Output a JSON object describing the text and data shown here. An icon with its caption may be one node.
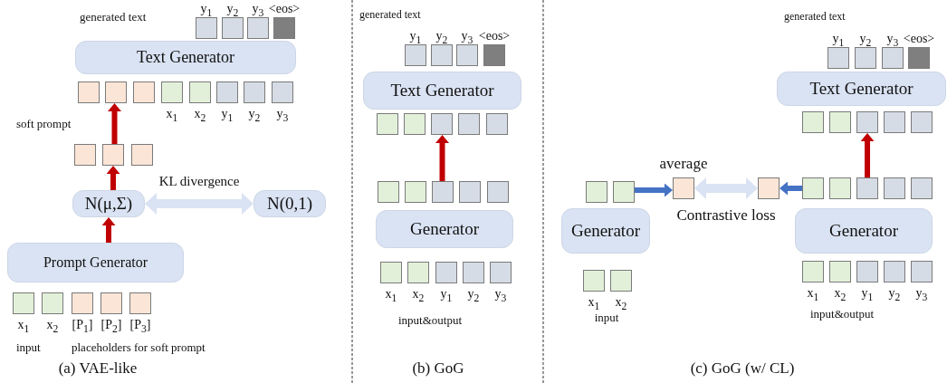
{
  "diagram": {
    "nodes": [
      {
        "text": [],
        "shape": "box",
        "beside": [
          "y$_{1}$"
        ]
      },
      {
        "text": [],
        "shape": "box",
        "beside": [
          "y$_{2}$"
        ]
      },
      {
        "text": [],
        "shape": "box",
        "beside": [
          "y$_{3}$"
        ]
      },
      {
        "text": [],
        "shape": "box",
        "beside": [
          "<eos>"
        ]
      },
      {
        "text": [
          "Text Generator"
        ]
      },
      {
        "text": [],
        "shape": "box"
      },
      {
        "text": [],
        "shape": "box"
      },
      {
        "text": [],
        "shape": "box"
      },
      {
        "text": [],
        "shape": "box",
        "beside": [
          "x$_{1}$"
        ]
      },
      {
        "text": [],
        "shape": "box",
        "beside": [
          "x$_{2}$"
        ]
      },
      {
        "text": [],
        "shape": "box",
        "beside": [
          "y$_{1}$"
        ]
      },
      {
        "text": [],
        "shape": "box",
        "beside": [
          "y$_{2}$"
        ]
      },
      {
        "text": [],
        "shape": "box",
        "beside": [
          "y$_{3}$"
        ]
      },
      {
        "text": [],
        "shape": "box"
      },
      {
        "text": [],
        "shape": "box"
      },
      {
        "text": [],
        "shape": "box"
      },
      {
        "text": [
          "N(μ,Σ)"
        ]
      },
      {
        "text": [
          "N(0,1)"
        ]
      },
      {
        "text": [
          "Prompt Generator"
        ]
      },
      {
        "text": [],
        "shape": "box",
        "beside": [
          "x$_{1}$"
        ]
      },
      {
        "text": [],
        "shape": "box",
        "beside": [
          "x$_{2}$"
        ]
      },
      {
        "text": [],
        "shape": "box",
        "beside": [
          "[P$_{1}$]"
        ]
      },
      {
        "text": [],
        "shape": "box",
        "beside": [
          "[P$_{2}$]"
        ]
      },
      {
        "text": [],
        "shape": "box",
        "beside": [
          "[P$_{3}$]"
        ]
      },
      {
        "text": [],
        "shape": "box",
        "beside": [
          "y$_{1}$"
        ]
      },
      {
        "text": [],
        "shape": "box",
        "beside": [
          "y$_{2}$"
        ]
      },
      {
        "text": [],
        "shape": "box",
        "beside": [
          "y$_{3}$"
        ]
      },
      {
        "text": [],
        "shape": "box",
        "beside": [
          "<eos>"
        ]
      },
      {
        "text": [
          "Text Generator"
        ]
      },
      {
        "text": [],
        "shape": "box"
      },
      {
        "text": [],
        "shape": "box"
      },
      {
        "text": [],
        "shape": "box"
      },
      {
        "text": [],
        "shape": "box"
      },
      {
        "text": [],
        "shape": "box"
      },
      {
        "text": [],
        "shape": "box"
      },
      {
        "text": [],
        "shape": "box"
      },
      {
        "text": [],
        "shape": "box"
      },
      {
        "text": [],
        "shape": "box"
      },
      {
        "text": [],
        "shape": "box"
      },
      {
        "text": [
          "Generator"
        ]
      },
      {
        "text": [],
        "shape": "box",
        "beside": [
          "x$_{1}$"
        ]
      },
      {
        "text": [],
        "shape": "box",
        "beside": [
          "x$_{2}$"
        ]
      },
      {
        "text": [],
        "shape": "box",
        "beside": [
          "y$_{1}$"
        ]
      },
      {
        "text": [],
        "shape": "box",
        "beside": [
          "y$_{2}$"
        ]
      },
      {
        "text": [],
        "shape": "box",
        "beside": [
          "y$_{3}$"
        ]
      },
      {
        "text": [],
        "shape": "box",
        "beside": [
          "y$_{1}$"
        ]
      },
      {
        "text": [],
        "shape": "box",
        "beside": [
          "y$_{2}$"
        ]
      },
      {
        "text": [],
        "shape": "box",
        "beside": [
          "y$_{3}$"
        ]
      },
      {
        "text": [],
        "shape": "box",
        "beside": [
          "<eos>"
        ]
      },
      {
        "text": [
          "Text Generator"
        ]
      },
      {
        "text": [],
        "shape": "box"
      },
      {
        "text": [],
        "shape": "box"
      },
      {
        "text": [],
        "shape": "box"
      },
      {
        "text": [],
        "shape": "box"
      },
      {
        "text": [],
        "shape": "box"
      },
      {
        "text": [],
        "shape": "box"
      },
      {
        "text": [],
        "shape": "box"
      },
      {
        "text": [],
        "shape": "box",
        "beside": [
          "average"
        ]
      },
      {
        "text": [],
        "shape": "box"
      },
      {
        "text": [],
        "shape": "box"
      },
      {
        "text": [],
        "shape": "box"
      },
      {
        "text": [],
        "shape": "box"
      },
      {
        "text": [],
        "shape": "box"
      },
      {
        "text": [],
        "shape": "box"
      },
      {
        "text": [
          "Generator"
        ]
      },
      {
        "text": [
          "Generator"
        ]
      },
      {
        "text": [],
        "shape": "box",
        "beside": [
          "x$_{1}$"
        ]
      },
      {
        "text": [],
        "shape": "box",
        "beside": [
          "x$_{2}$"
        ]
      },
      {
        "text": [],
        "shape": "box",
        "beside": [
          "x$_{1}$"
        ]
      },
      {
        "text": [],
        "shape": "box",
        "beside": [
          "x$_{2}$"
        ]
      },
      {
        "text": [],
        "shape": "box",
        "beside": [
          "y$_{1}$"
        ]
      },
      {
        "text": [],
        "shape": "box",
        "beside": [
          "y$_{2}$"
        ]
      },
      {
        "text": [],
        "shape": "box",
        "beside": [
          "y$_{3}$"
        ]
      }
    ],
    "edges": [
      {
        "from": 16,
        "to": 14,
        "arrow": "to",
        "color": "#c00000"
      },
      {
        "from": 14,
        "to": 6,
        "arrow": "to",
        "color": "#c00000"
      },
      {
        "from": 18,
        "to": 16,
        "arrow": "to",
        "color": "#c00000"
      },
      {
        "from": 16,
        "to": 17,
        "arrow": "both",
        "label": "KL divergence",
        "color": "#dae3f3"
      },
      {
        "from": 36,
        "to": 31,
        "arrow": "to",
        "color": "#c00000"
      },
      {
        "from": 61,
        "to": 52,
        "arrow": "to",
        "color": "#c00000"
      },
      {
        "from": 56,
        "to": 57,
        "arrow": "to",
        "color": "#4472c4"
      },
      {
        "from": 59,
        "to": 58,
        "arrow": "to",
        "color": "#4472c4"
      },
      {
        "from": 57,
        "to": 58,
        "arrow": "both",
        "label": "Contrastive loss",
        "color": "#dae3f3"
      }
    ],
    "labels": [
      "generated text",
      "soft prompt",
      "input",
      "placeholders for soft prompt",
      "(a) VAE-like",
      "generated text",
      "input&output",
      "(b) GoG",
      "generated text",
      "input",
      "input&output",
      "(c) GoG (w/ CL)"
    ]
  }
}
